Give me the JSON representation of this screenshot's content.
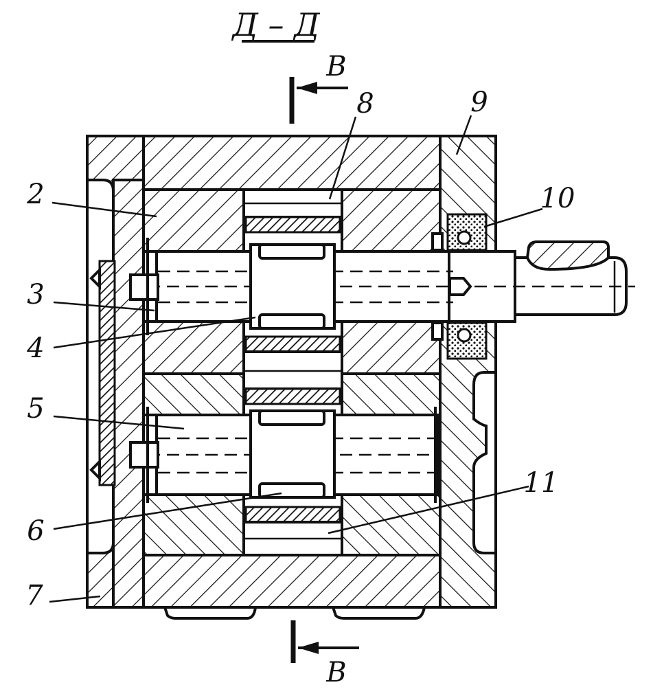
{
  "section_title": "Д – Д",
  "cut_marker": {
    "top_letter": "В",
    "bottom_letter": "В"
  },
  "callouts": [
    {
      "id": "2",
      "text": "2"
    },
    {
      "id": "3",
      "text": "3"
    },
    {
      "id": "4",
      "text": "4"
    },
    {
      "id": "5",
      "text": "5"
    },
    {
      "id": "6",
      "text": "6"
    },
    {
      "id": "7",
      "text": "7"
    },
    {
      "id": "8",
      "text": "8"
    },
    {
      "id": "9",
      "text": "9"
    },
    {
      "id": "10",
      "text": "10"
    },
    {
      "id": "11",
      "text": "11"
    }
  ],
  "colors": {
    "ink": "#111111",
    "paper": "#ffffff"
  }
}
